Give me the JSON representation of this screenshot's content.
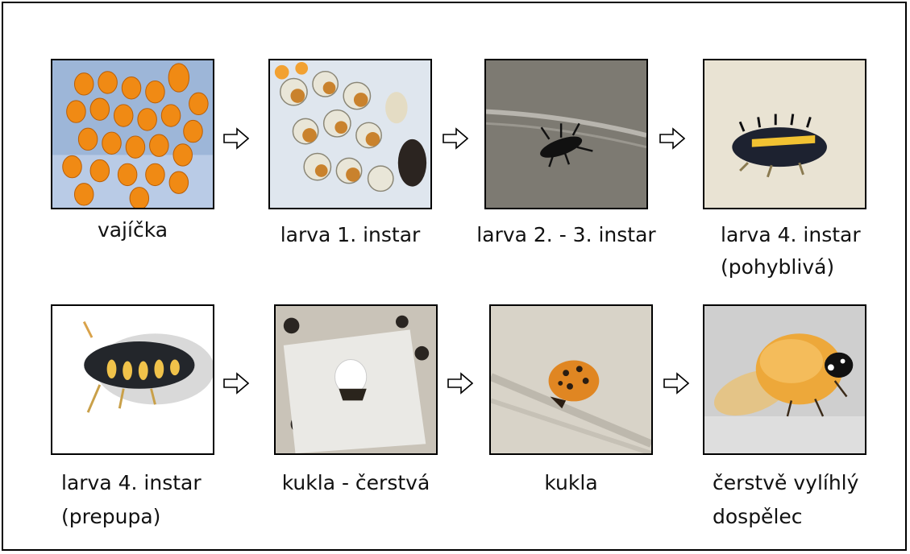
{
  "stages": [
    {
      "id": "eggs",
      "caption": "vajíčka",
      "caption2": ""
    },
    {
      "id": "larva1",
      "caption": "larva 1. instar",
      "caption2": ""
    },
    {
      "id": "larva23",
      "caption": "larva 2. - 3. instar",
      "caption2": ""
    },
    {
      "id": "larva4mobile",
      "caption": "larva 4. instar",
      "caption2": "(pohyblivá)"
    },
    {
      "id": "prepupa",
      "caption": "larva 4. instar",
      "caption2": "(prepupa)"
    },
    {
      "id": "pupafresh",
      "caption": "kukla - čerstvá",
      "caption2": ""
    },
    {
      "id": "pupa",
      "caption": "kukla",
      "caption2": ""
    },
    {
      "id": "adult",
      "caption": "čerstvě vylíhlý",
      "caption2": "dospělec"
    }
  ],
  "arrows": [
    "arrow-right-icon",
    "arrow-right-icon",
    "arrow-right-icon",
    "arrow-right-icon",
    "arrow-right-icon",
    "arrow-right-icon"
  ]
}
